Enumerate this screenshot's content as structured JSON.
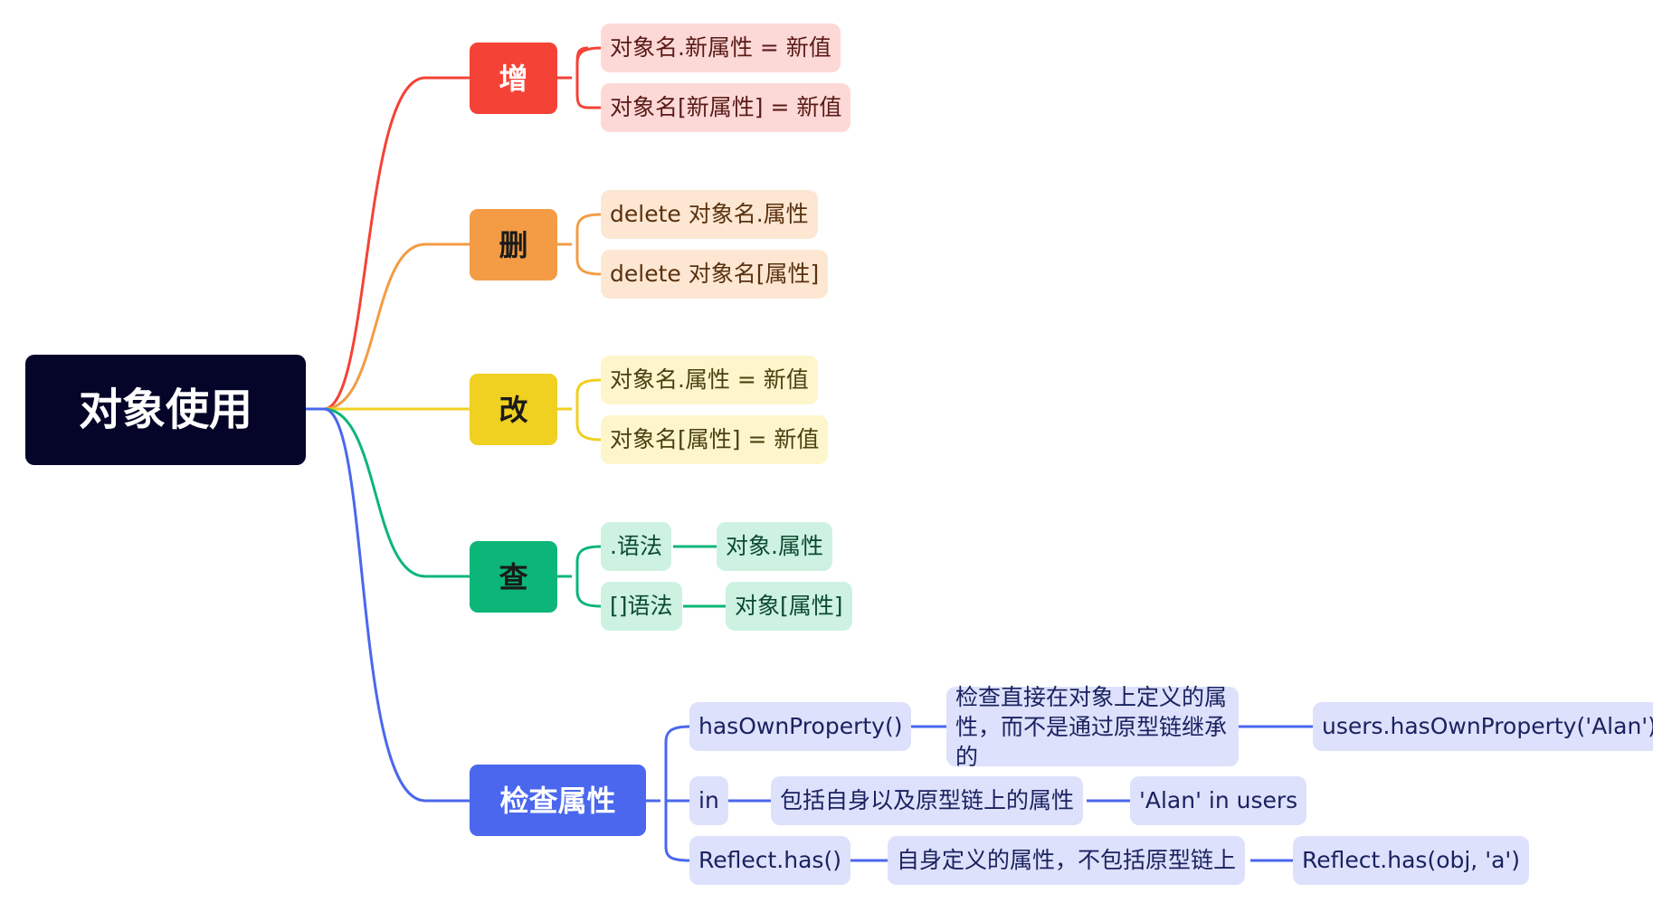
{
  "root": {
    "label": "对象使用"
  },
  "colors": {
    "root_bg": "#05052a",
    "add": "#f44336",
    "delete": "#f39c45",
    "update": "#f0d020",
    "query": "#0cb678",
    "check": "#4a67ee"
  },
  "branches": {
    "add": {
      "label": "增",
      "items": [
        "对象名.新属性 = 新值",
        "对象名[新属性] = 新值"
      ]
    },
    "delete": {
      "label": "删",
      "items": [
        "delete 对象名.属性",
        "delete 对象名[属性]"
      ]
    },
    "update": {
      "label": "改",
      "items": [
        "对象名.属性 = 新值",
        "对象名[属性] = 新值"
      ]
    },
    "query": {
      "label": "查",
      "items": [
        {
          "label": ".语法",
          "child": "对象.属性"
        },
        {
          "label": "[]语法",
          "child": "对象[属性]"
        }
      ]
    },
    "check": {
      "label": "检查属性",
      "items": [
        {
          "label": "hasOwnProperty()",
          "desc": "检查直接在对象上定义的属性，而不是通过原型链继承的",
          "desc_lines": [
            "检查直接在对象上定义的属",
            "性，而不是通过原型链继承的"
          ],
          "example": "users.hasOwnProperty('Alan')"
        },
        {
          "label": "in",
          "desc": "包括自身以及原型链上的属性",
          "example": "'Alan' in users"
        },
        {
          "label": "Reflect.has()",
          "desc": "自身定义的属性，不包括原型链上",
          "example": "Reflect.has(obj, 'a')"
        }
      ]
    }
  }
}
